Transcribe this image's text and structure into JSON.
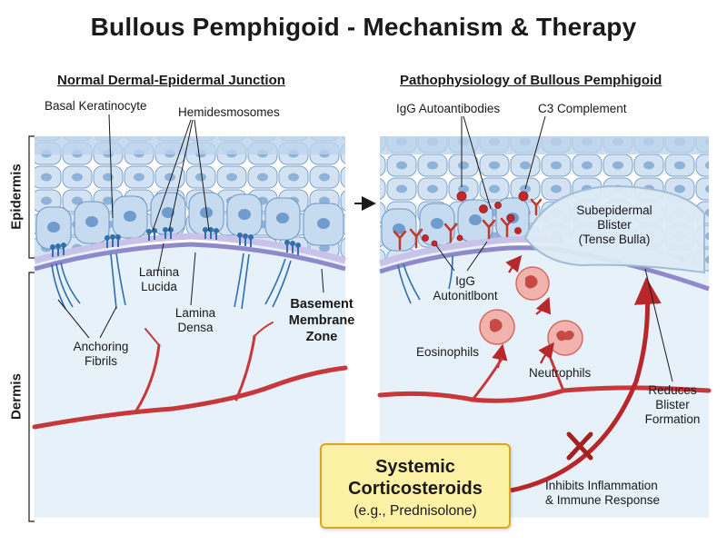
{
  "title": "Bullous Pemphigoid - Mechanism & Therapy",
  "left_panel": {
    "subtitle": "Normal Dermal-Epidermal Junction",
    "labels": {
      "basal_keratinocyte": "Basal Keratinocyte",
      "hemidesmosomes": "Hemidesmosomes",
      "lamina_lucida_1": "Lamina",
      "lamina_lucida_2": "Lucida",
      "lamina_densa_1": "Lamina",
      "lamina_densa_2": "Densa",
      "anchoring_fibrils_1": "Anchoring",
      "anchoring_fibrils_2": "Fibrils",
      "bmz_1": "Basement",
      "bmz_2": "Membrane",
      "bmz_3": "Zone"
    }
  },
  "right_panel": {
    "subtitle": "Pathophysiology of Bullous Pemphigoid",
    "labels": {
      "igg_autoantibodies": "IgG Autoantibodies",
      "c3_complement": "C3 Complement",
      "blister_1": "Subepidermal",
      "blister_2": "Blister",
      "blister_3": "(Tense Bulla)",
      "igg_small_1": "IgG",
      "igg_small_2": "Autonitlbont",
      "eosinophils": "Eosinophils",
      "neutrophils": "Neutrophils",
      "reduces_1": "Reduces",
      "reduces_2": "Blister",
      "reduces_3": "Formation",
      "inhibits_1": "Inhibits Inflammation",
      "inhibits_2": "& Immune Response"
    }
  },
  "side_labels": {
    "epidermis": "Epidermis",
    "dermis": "Dermis"
  },
  "therapy": {
    "line1": "Systemic",
    "line2": "Corticosteroids",
    "line3": "(e.g., Prednisolone)"
  },
  "colors": {
    "epidermis_cell": "#cfe0f2",
    "nucleus": "#6f9ccc",
    "dermis": "#e6f1fa",
    "basement_membrane": "#b8b4e0",
    "vessel": "#c8373a",
    "hemidesmosome": "#2f6fae",
    "therapy_box": "#fdf1a6",
    "inhibit_x": "#a3211f"
  },
  "icons": [
    "arrow-right-icon",
    "inhibit-x-icon",
    "antibody-icon",
    "complement-icon",
    "eosinophil-icon",
    "neutrophil-icon"
  ]
}
